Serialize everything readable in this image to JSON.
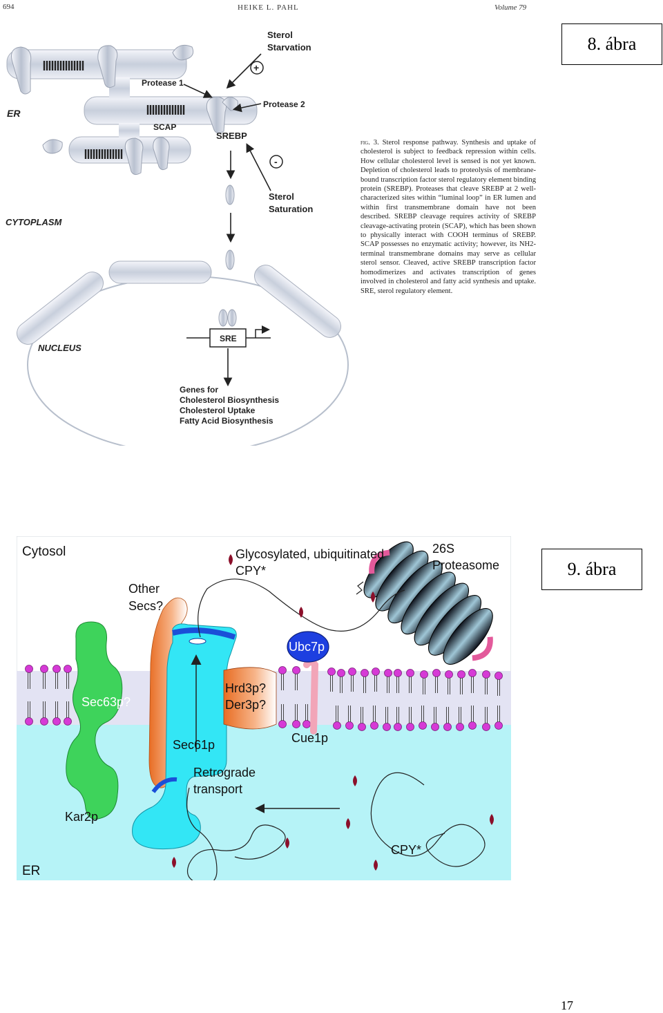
{
  "header": {
    "page_number": "694",
    "author": "HEIKE L. PAHL",
    "volume": "Volume 79"
  },
  "figure8": {
    "label": "8. ábra",
    "diagram": {
      "sterol_starvation": [
        "Sterol",
        "Starvation"
      ],
      "plus_sign": "+",
      "protease1": "Protease 1",
      "protease2": "Protease 2",
      "er": "ER",
      "scap": "SCAP",
      "srebp": "SREBP",
      "minus_sign": "-",
      "sterol_saturation": [
        "Sterol",
        "Saturation"
      ],
      "cytoplasm": "CYTOPLASM",
      "nucleus": "NUCLEUS",
      "sre": "SRE",
      "genes": [
        "Genes for",
        "Cholesterol Biosynthesis",
        "Cholesterol Uptake",
        "Fatty Acid Biosynthesis"
      ]
    },
    "caption": {
      "fig_label": "fig. 3.",
      "text": "Sterol response pathway. Synthesis and uptake of cholesterol is subject to feedback repression within cells. How cellular cholesterol level is sensed is not yet known. Depletion of cholesterol leads to proteolysis of membrane-bound transcription factor sterol regulatory element binding protein (SREBP). Proteases that cleave SREBP at 2 well-characterized sites within “luminal loop” in ER lumen and within first transmembrane domain have not been described. SREBP cleavage requires activity of SREBP cleavage-activating protein (SCAP), which has been shown to physically interact with COOH terminus of SREBP. SCAP possesses no enzymatic activity; however, its NH2-terminal transmembrane domains may serve as cellular sterol sensor. Cleaved, active SREBP transcription factor homodimerizes and activates transcription of genes involved in cholesterol and fatty acid synthesis and uptake. SRE, sterol regulatory element."
    }
  },
  "figure9": {
    "label": "9. ábra",
    "diagram": {
      "cytosol": "Cytosol",
      "glyco": [
        "Glycosylated, ubiquitinated",
        "CPY*"
      ],
      "proteasome": [
        "26S",
        "Proteasome"
      ],
      "other_secs": [
        "Other",
        "Secs?"
      ],
      "ubc7p": "Ubc7p",
      "sec63p": "Sec63p?",
      "hrd3p": [
        "Hrd3p?",
        "Der3p?"
      ],
      "sec61p": "Sec61p",
      "cue1p": "Cue1p",
      "retrograde": [
        "Retrograde",
        "transport"
      ],
      "kar2p": "Kar2p",
      "cpy_star": "CPY*",
      "er": "ER"
    },
    "colors": {
      "cytosol_bg": "#ffffff",
      "er_lumen": "#b6f3f7",
      "membrane": "#e3e3f3",
      "lipid_head": "#d63ad6",
      "sec63": "#3ed35b",
      "sec61": "#33e6f5",
      "other_secs": "#f09a55",
      "ubc7": "#1d3fe0",
      "cpy_sugar": "#8b0f2a"
    }
  },
  "page": {
    "number": "17"
  }
}
